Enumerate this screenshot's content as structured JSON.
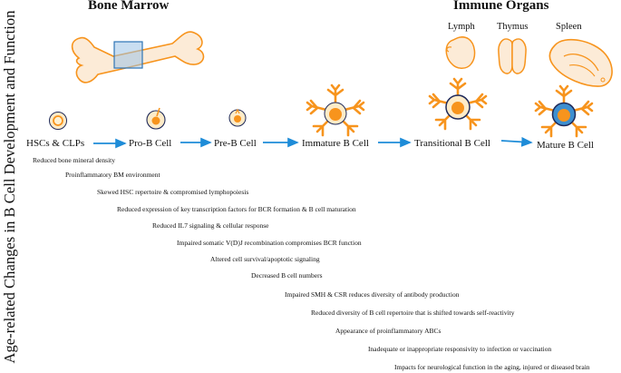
{
  "vertical_title": "Age-related Changes in B Cell Development and Function",
  "sections": {
    "bone_marrow": "Bone Marrow",
    "immune_organs": "Immune Organs"
  },
  "organs": [
    "Lymph",
    "Thymus",
    "Spleen"
  ],
  "stages": [
    "HSCs & CLPs",
    "Pro-B Cell",
    "Pre-B Cell",
    "Immature B Cell",
    "Transitional B Cell",
    "Mature B Cell"
  ],
  "changes": [
    "Reduced bone mineral density",
    "Proinflammatory BM environment",
    "Skewed HSC repertoire & compromised lymphopoiesis",
    "Reduced expression of key transcription factors for BCR formation & B cell maturation",
    "Reduced IL7 signaling & cellular response",
    "Impaired somatic V(D)J recombination compromises BCR function",
    "Altered cell survival/apoptotic signaling",
    "Decreased B cell numbers",
    "Impaired SMH & CSR reduces diversity of antibody production",
    "Reduced diversity of B cell repertoire that is shifted towards self-reactivity",
    "Appearance of proinflammatory ABCs",
    "Inadequate or inappropriate responsivity to infection or vaccination",
    "Impacts for neurological function in the aging, injured or diseased brain"
  ],
  "colors": {
    "orange": "#F7941D",
    "cell_fill": "#FDEBC8",
    "nucleus": "#F7941D",
    "arrow": "#1E8CD8",
    "membrane": "#1F2A5A",
    "mature_fill": "#3E8FD0",
    "bone_fill": "#FCEBD7",
    "highlight": "#9CC3E6"
  }
}
